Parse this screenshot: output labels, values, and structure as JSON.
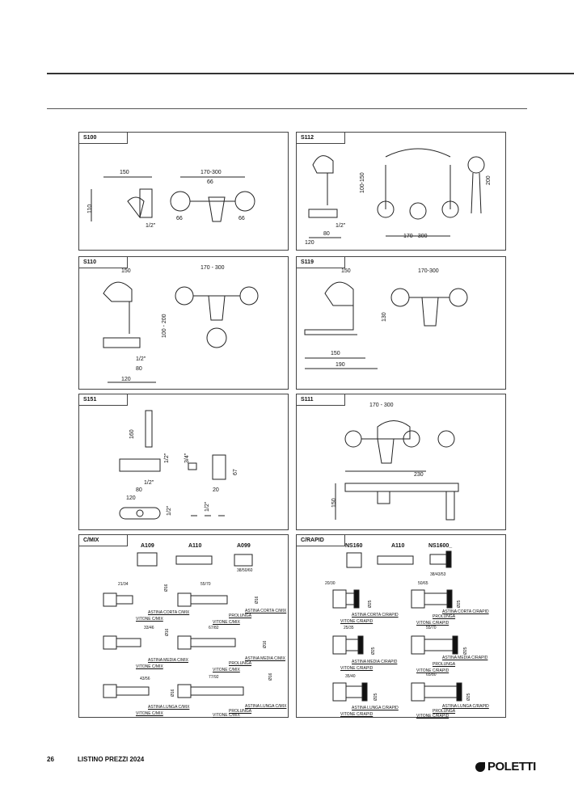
{
  "panels": {
    "s100": {
      "code": "S100",
      "dims": [
        "150",
        "110",
        "1/2\"",
        "170-300",
        "66",
        "66",
        "66"
      ]
    },
    "s112": {
      "code": "S112",
      "dims": [
        "100-150",
        "1/2\"",
        "80",
        "120",
        "170 - 300",
        "200"
      ]
    },
    "s110": {
      "code": "S110",
      "dims": [
        "150",
        "170 - 300",
        "100 - 200",
        "1/2\"",
        "80",
        "120"
      ]
    },
    "s119": {
      "code": "S119",
      "dims": [
        "150",
        "170-300",
        "130",
        "150",
        "190"
      ]
    },
    "s151": {
      "code": "S151",
      "dims": [
        "160",
        "1/2\"",
        "3/4\"",
        "67",
        "1/2\"",
        "80",
        "120",
        "20",
        "1/2\"",
        "1/2\""
      ]
    },
    "s111": {
      "code": "S111",
      "dims": [
        "170 - 300",
        "230",
        "150"
      ]
    },
    "cmix": {
      "code": "C/MIX",
      "parts": [
        "A109",
        "A110",
        "A099"
      ],
      "part_dim": "38/50/60",
      "dims": [
        "21/34",
        "Ø16",
        "55/70",
        "Ø16",
        "33/46",
        "Ø16",
        "67/82",
        "Ø16",
        "43/56",
        "Ø16",
        "77/92",
        "Ø16"
      ],
      "labels": [
        "ASTINA CORTA C/MIX",
        "VITONE C/MIX",
        "ASTINA CORTA C/MIX",
        "PROLUNGA",
        "VITONE C/MIX",
        "ASTINA MEDIA C/MIX",
        "VITONE C/MIX",
        "ASTINA MEDIA C/MIX",
        "PROLUNGA",
        "VITONE C/MIX",
        "ASTINA LUNGA C/MIX",
        "VITONE C/MIX",
        "ASTINA LUNGA C/MIX",
        "PROLUNGA",
        "VITONE C/MIX"
      ]
    },
    "crapid": {
      "code": "C/RAPID",
      "parts": [
        "NS160",
        "A110",
        "NS1600_"
      ],
      "part_dim": "38/43/53",
      "dims": [
        "20/30",
        "Ø25",
        "50/65",
        "Ø25",
        "25/35",
        "Ø25",
        "55/70",
        "Ø25",
        "35/40",
        "Ø25",
        "65/80",
        "Ø25"
      ],
      "labels": [
        "ASTINA CORTA C/RAPID",
        "VITONE C/RAPID",
        "ASTINA CORTA C/RAPID",
        "PROLUNGA",
        "VITONE C/RAPID",
        "ASTINA MEDIA C/RAPID",
        "VITONE C/RAPID",
        "ASTINA MEDIA C/RAPID",
        "PROLUNGA",
        "VITONE C/RAPID",
        "ASTINA LUNGA C/RAPID",
        "VITONE C/RAPID",
        "ASTINA LUNGA C/RAPID",
        "PROLUNGA",
        "VITONE C/RAPID"
      ]
    }
  },
  "footer": {
    "page": "26",
    "title": "LISTINO PREZZI 2024",
    "brand": "POLETTI"
  }
}
